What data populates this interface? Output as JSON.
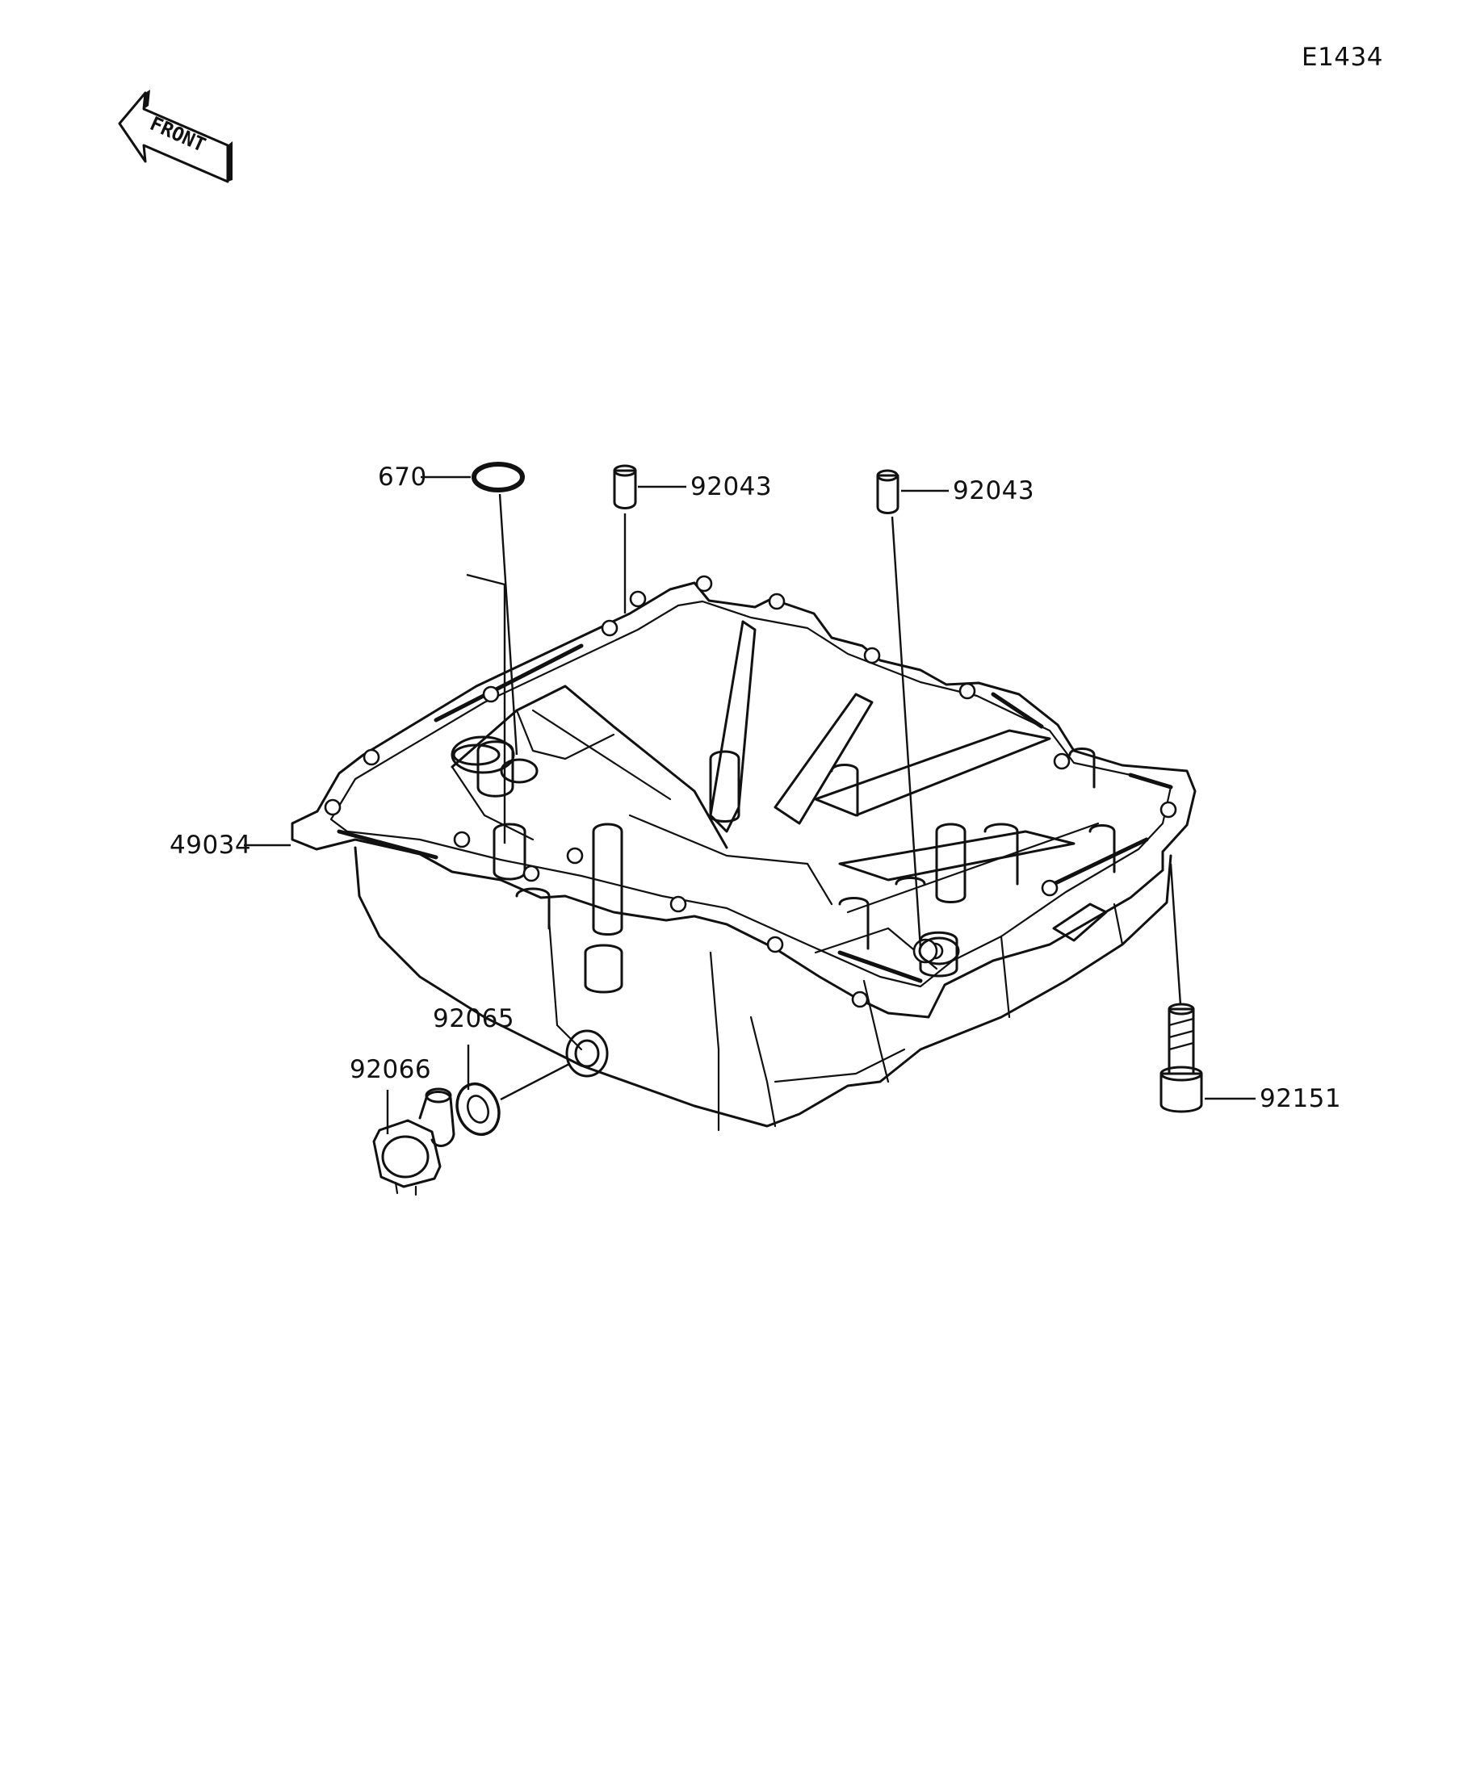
{
  "figure_code": "E1434",
  "front_arrow_label": "FRONT",
  "parts": [
    {
      "number": "670",
      "description": "o-ring"
    },
    {
      "number": "92043",
      "description": "dowel pin (left)"
    },
    {
      "number": "92043",
      "description": "dowel pin (right)"
    },
    {
      "number": "49034",
      "description": "oil pan"
    },
    {
      "number": "92065",
      "description": "washer"
    },
    {
      "number": "92066",
      "description": "drain plug"
    },
    {
      "number": "92151",
      "description": "bolt"
    }
  ],
  "colors": {
    "line": "#111111",
    "background": "#ffffff"
  },
  "icons": [
    "front-arrow-icon"
  ]
}
